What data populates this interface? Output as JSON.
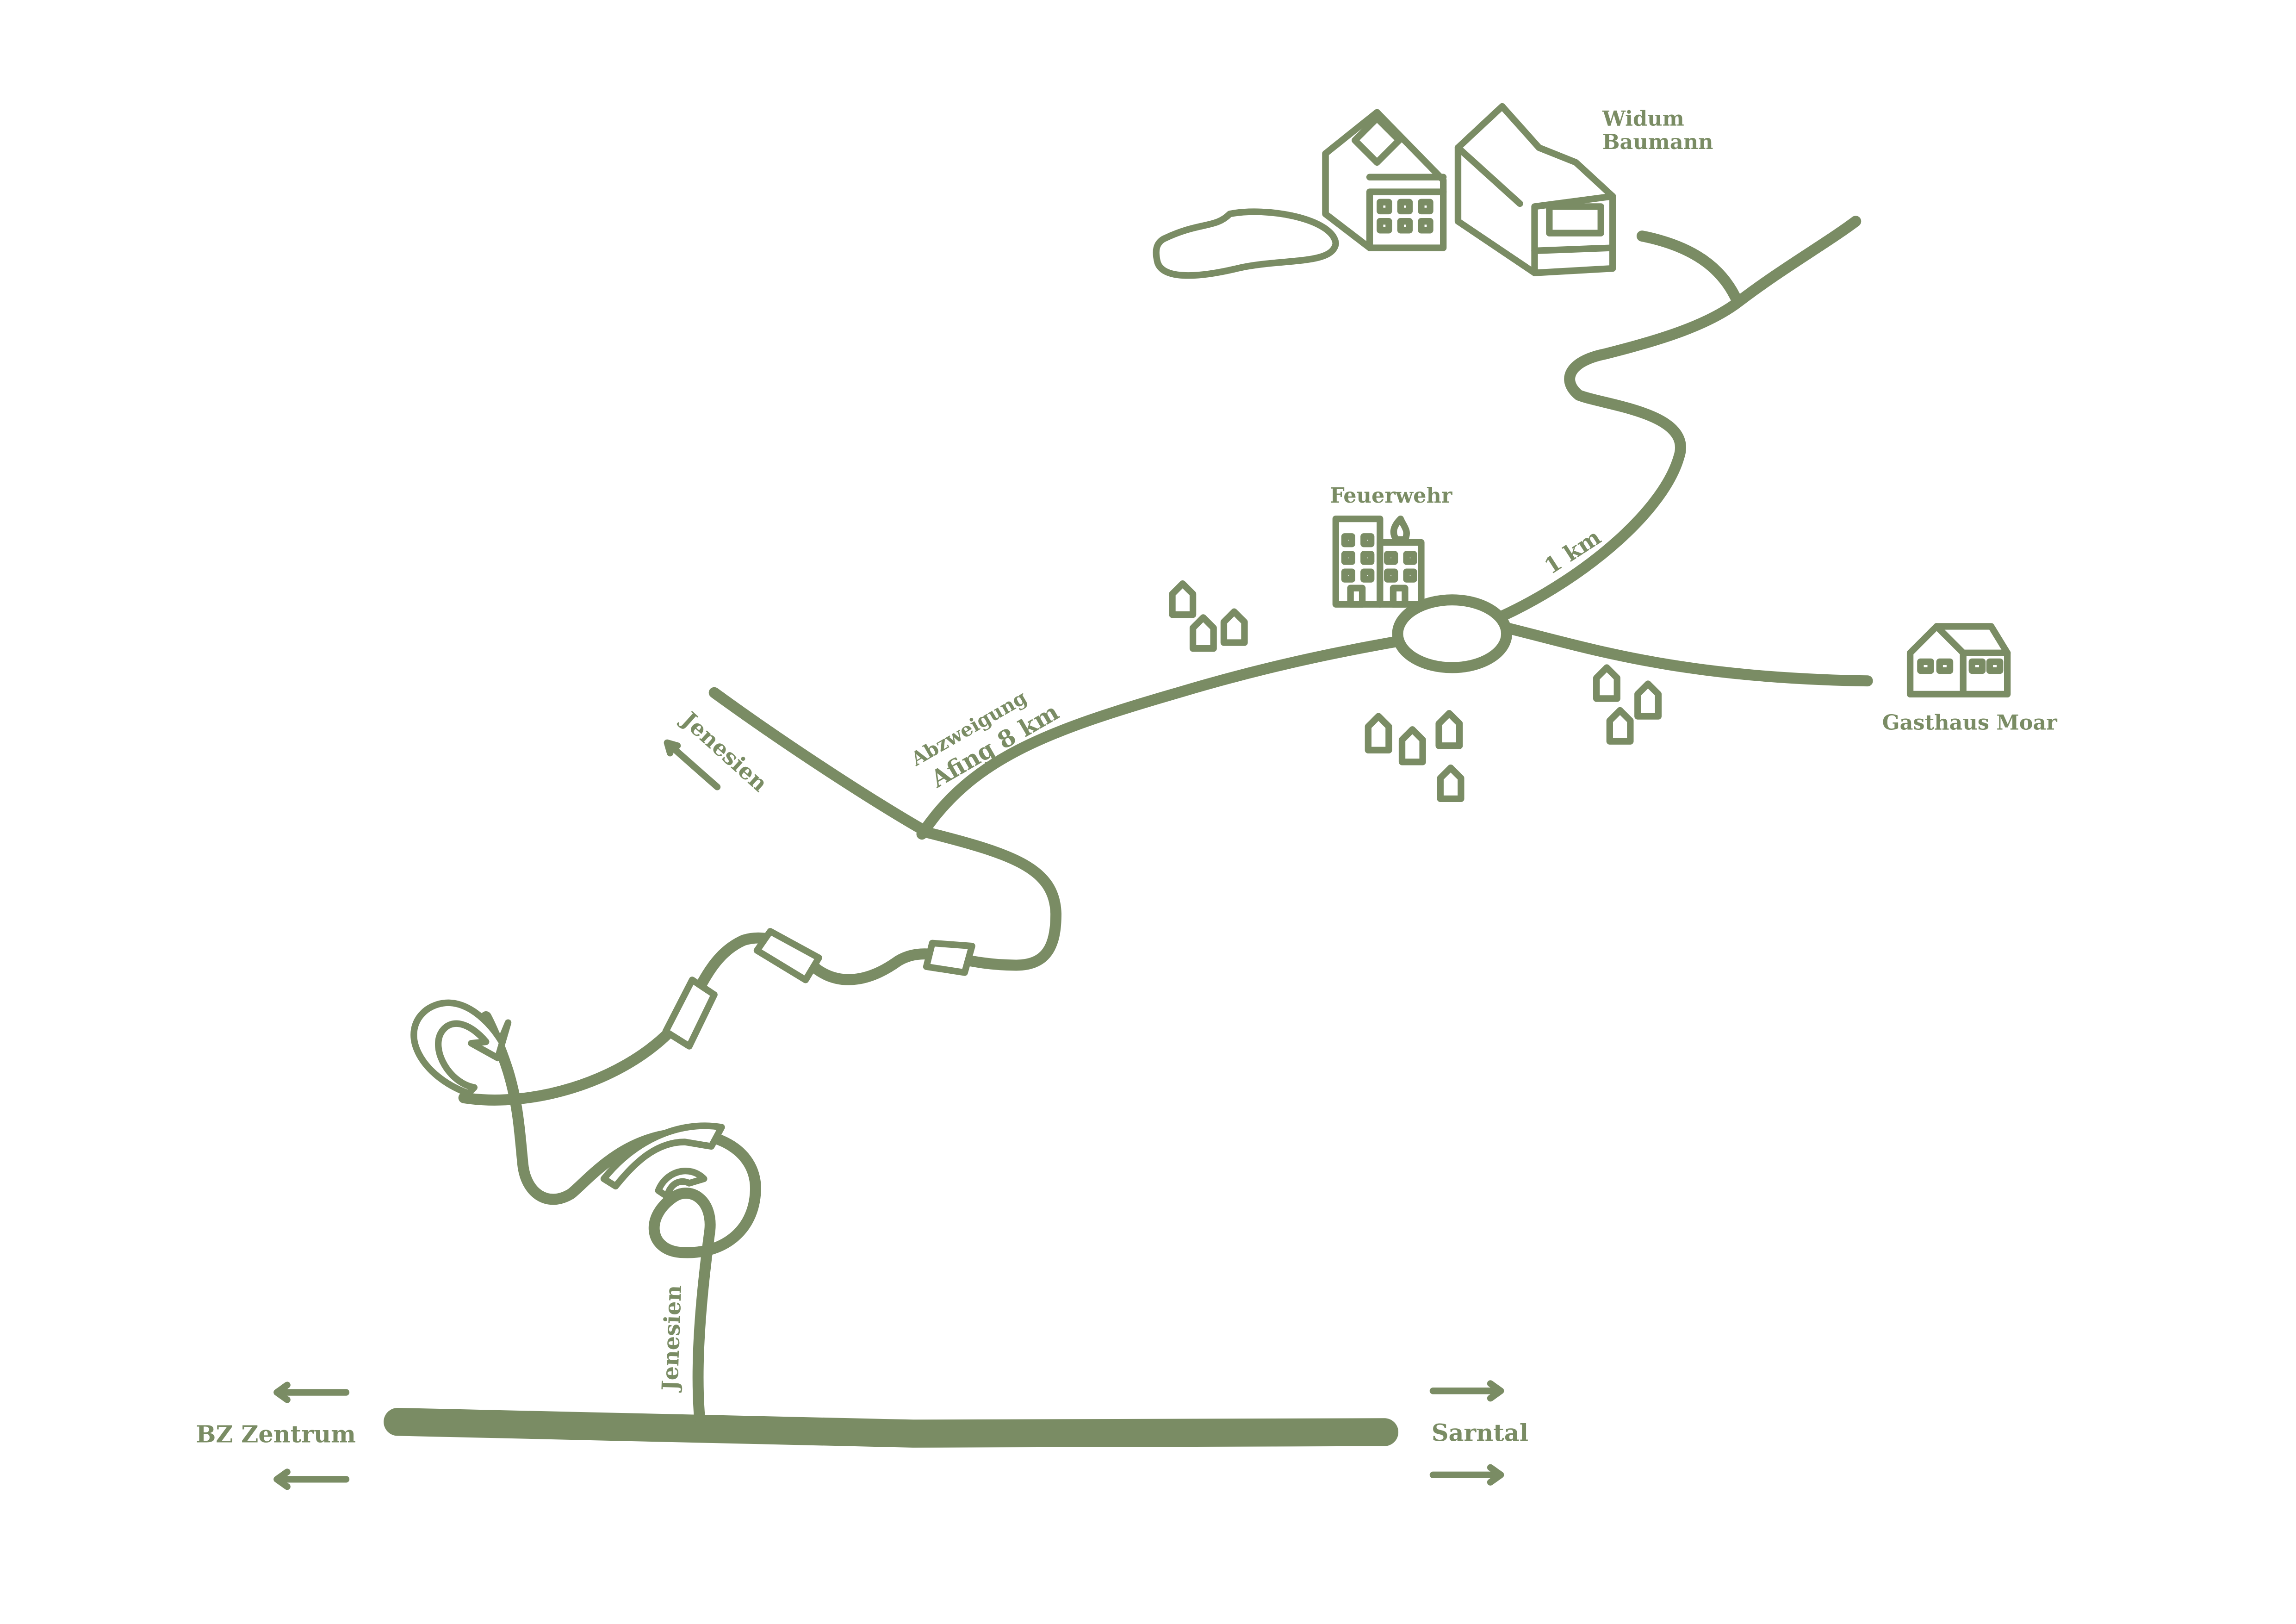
{
  "colors": {
    "road": "#7a8c64",
    "background": "#ffffff"
  },
  "labels": {
    "widum_line1": "Widum",
    "widum_line2": "Baumann",
    "feuerwehr": "Feuerwehr",
    "gasthaus": "Gasthaus Moar",
    "distance_1km": "1 km",
    "abzweigung_line1": "Abzweigung",
    "abzweigung_line2": "Afing 8 km",
    "jenesien_upper": "Jenesien",
    "jenesien_lower": "Jenesien",
    "bz_zentrum": "BZ Zentrum",
    "sarntal": "Sarntal"
  },
  "icons": {
    "building": "building-icon",
    "fire_station": "fire-station-icon",
    "house": "house-icon",
    "pond": "pond-icon",
    "arrow_left": "arrow-left-icon",
    "arrow_right": "arrow-right-icon",
    "tunnel": "tunnel-icon"
  }
}
